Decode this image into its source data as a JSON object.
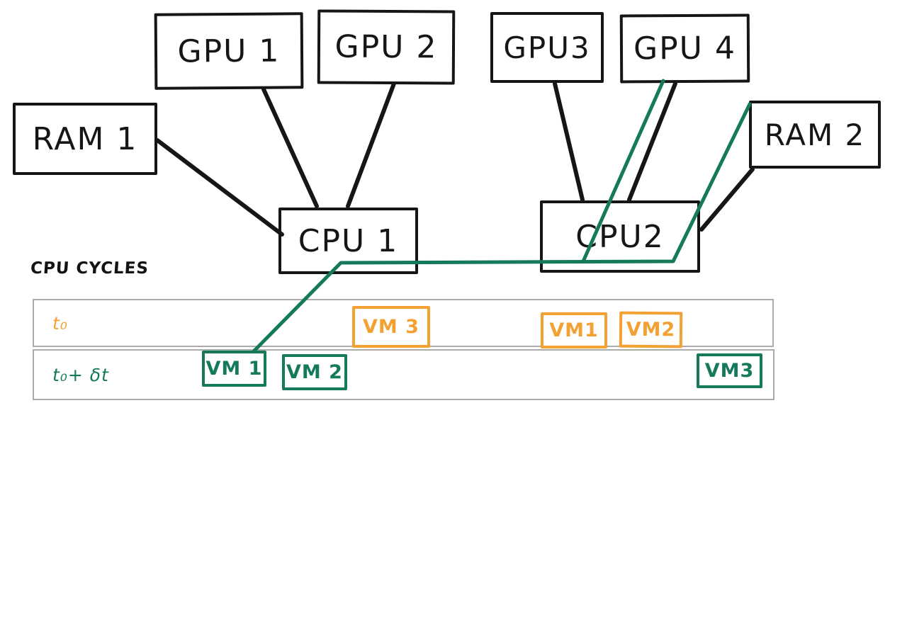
{
  "colors": {
    "ink": "#161616",
    "orange": "#f2a132",
    "green": "#15795b",
    "gray_border": "#ababab"
  },
  "nodes": {
    "gpu1": {
      "label": "GPU 1"
    },
    "gpu2": {
      "label": "GPU 2"
    },
    "gpu3": {
      "label": "GPU3"
    },
    "gpu4": {
      "label": "GPU 4"
    },
    "ram1": {
      "label": "RAM 1"
    },
    "ram2": {
      "label": "RAM 2"
    },
    "cpu1": {
      "label": "CPU 1"
    },
    "cpu2": {
      "label": "CPU2"
    }
  },
  "edges": [
    {
      "id": "ram1-cpu1",
      "from": "RAM 1",
      "to": "CPU 1",
      "color": "black"
    },
    {
      "id": "gpu1-cpu1",
      "from": "GPU 1",
      "to": "CPU 1",
      "color": "black"
    },
    {
      "id": "gpu2-cpu1",
      "from": "GPU 2",
      "to": "CPU 1",
      "color": "black"
    },
    {
      "id": "gpu3-cpu2",
      "from": "GPU3",
      "to": "CPU2",
      "color": "black"
    },
    {
      "id": "gpu4-cpu2",
      "from": "GPU 4",
      "to": "CPU2",
      "color": "black"
    },
    {
      "id": "ram2-cpu2",
      "from": "RAM 2",
      "to": "CPU2",
      "color": "black"
    },
    {
      "id": "vm1-cpu1-ram2",
      "from": "VM 1 (t₀+δt row)",
      "through": "CPU 1",
      "to": "RAM 2",
      "color": "green"
    },
    {
      "id": "cpu1-gpu4",
      "from": "CPU 1 green path",
      "to": "GPU 4",
      "color": "green"
    }
  ],
  "timeline": {
    "heading": "CPU CYCLES",
    "rows": {
      "t0": {
        "label": "t₀",
        "color": "orange",
        "vms": {
          "vm3": "VM 3",
          "vm1": "VM1",
          "vm2": "VM2"
        }
      },
      "t0dt": {
        "label": "t₀+ δt",
        "color": "green",
        "vms": {
          "vm1": "VM 1",
          "vm2": "VM 2",
          "vm3": "VM3"
        }
      }
    }
  }
}
